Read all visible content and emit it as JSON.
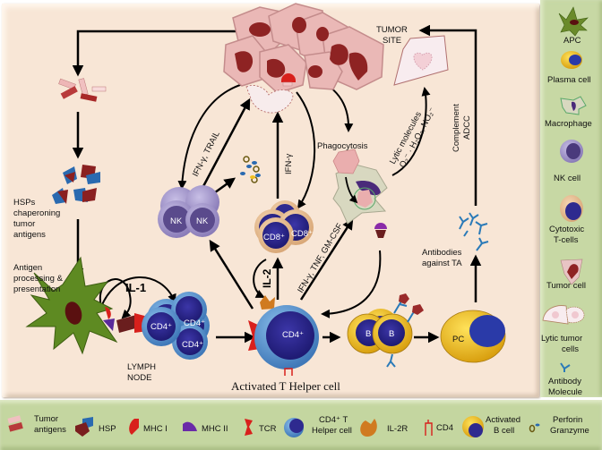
{
  "diagram": {
    "locations": {
      "tumor_site": [
        "TUMOR",
        "SITE"
      ],
      "lymph_node": [
        "LYMPH",
        "NODE"
      ]
    },
    "step_labels": {
      "hsps": [
        "HSPs",
        "chaperoning",
        "tumor",
        "antigens"
      ],
      "antigen_processing": [
        "Antigen",
        "processing &",
        "presentation"
      ],
      "phagocytosis": "Phagocytosis",
      "antibodies": [
        "Antibodies",
        "against TA"
      ],
      "activated_t_helper": "Activated T Helper cell"
    },
    "arrow_labels": {
      "il1": "IL-1",
      "il2": "IL-2",
      "nk_cytokines": "IFN-γ, TRAIL",
      "cd8_cytokine": "IFN-γ",
      "cd4_cytokines": "IFN-γ, TNF, GM-CSF",
      "lytic_line1": "Lytic molecules",
      "lytic_line2": "O₂⁻ · H₂O₂, NO₂⁻",
      "complement": [
        "Complement",
        "ADCC"
      ]
    },
    "cell_labels": {
      "nk": "NK",
      "cd8": "CD8⁺",
      "cd4": "CD4⁺",
      "b": "B",
      "pc": "PC"
    }
  },
  "side_legend": [
    {
      "icon": "apc-icon",
      "label": [
        "APC"
      ]
    },
    {
      "icon": "plasma-cell-icon",
      "label": [
        "Plasma cell"
      ]
    },
    {
      "icon": "macrophage-icon",
      "label": [
        "Macrophage"
      ]
    },
    {
      "icon": "nk-cell-icon",
      "label": [
        "NK cell"
      ]
    },
    {
      "icon": "cytotoxic-t-cell-icon",
      "label": [
        "Cytotoxic",
        "T-cells"
      ]
    },
    {
      "icon": "tumor-cell-icon",
      "label": [
        "Tumor cell"
      ]
    },
    {
      "icon": "lytic-tumor-cells-icon",
      "label": [
        "Lytic tumor",
        "cells"
      ]
    },
    {
      "icon": "antibody-icon",
      "label": [
        "Antibody",
        "Molecule"
      ]
    }
  ],
  "bottom_legend": [
    {
      "icon": "tumor-antigen-icon",
      "label": [
        "Tumor",
        "antigens"
      ]
    },
    {
      "icon": "hsp-icon",
      "label": [
        "HSP"
      ]
    },
    {
      "icon": "mhc1-icon",
      "label": [
        "MHC I"
      ]
    },
    {
      "icon": "mhc2-icon",
      "label": [
        "MHC II"
      ]
    },
    {
      "icon": "tcr-icon",
      "label": [
        "TCR"
      ]
    },
    {
      "icon": "cd4-t-helper-icon",
      "label": [
        "CD4⁺ T",
        "Helper cell"
      ]
    },
    {
      "icon": "il2r-icon",
      "label": [
        "IL-2R"
      ]
    },
    {
      "icon": "cd4-icon",
      "label": [
        "CD4"
      ]
    },
    {
      "icon": "activated-b-cell-icon",
      "label": [
        "Activated",
        "B cell"
      ]
    },
    {
      "icon": "perforin-granzyme-icon",
      "label": [
        "Perforin",
        "Granzyme"
      ]
    }
  ],
  "colors": {
    "background": "#f8e6d6",
    "legend_green": "#c7d8a4",
    "cd4_blue": "#2e2a8f",
    "cd4_ring": "#5b95cf",
    "b_cell_yellow": "#f0c020",
    "tumor_pink": "#e9b6b3",
    "tumor_nucleus": "#8e2a2a",
    "nk_purple": "#6a5a9a",
    "apc_green": "#6a8a2a",
    "antibody_blue": "#2a7ab8"
  }
}
